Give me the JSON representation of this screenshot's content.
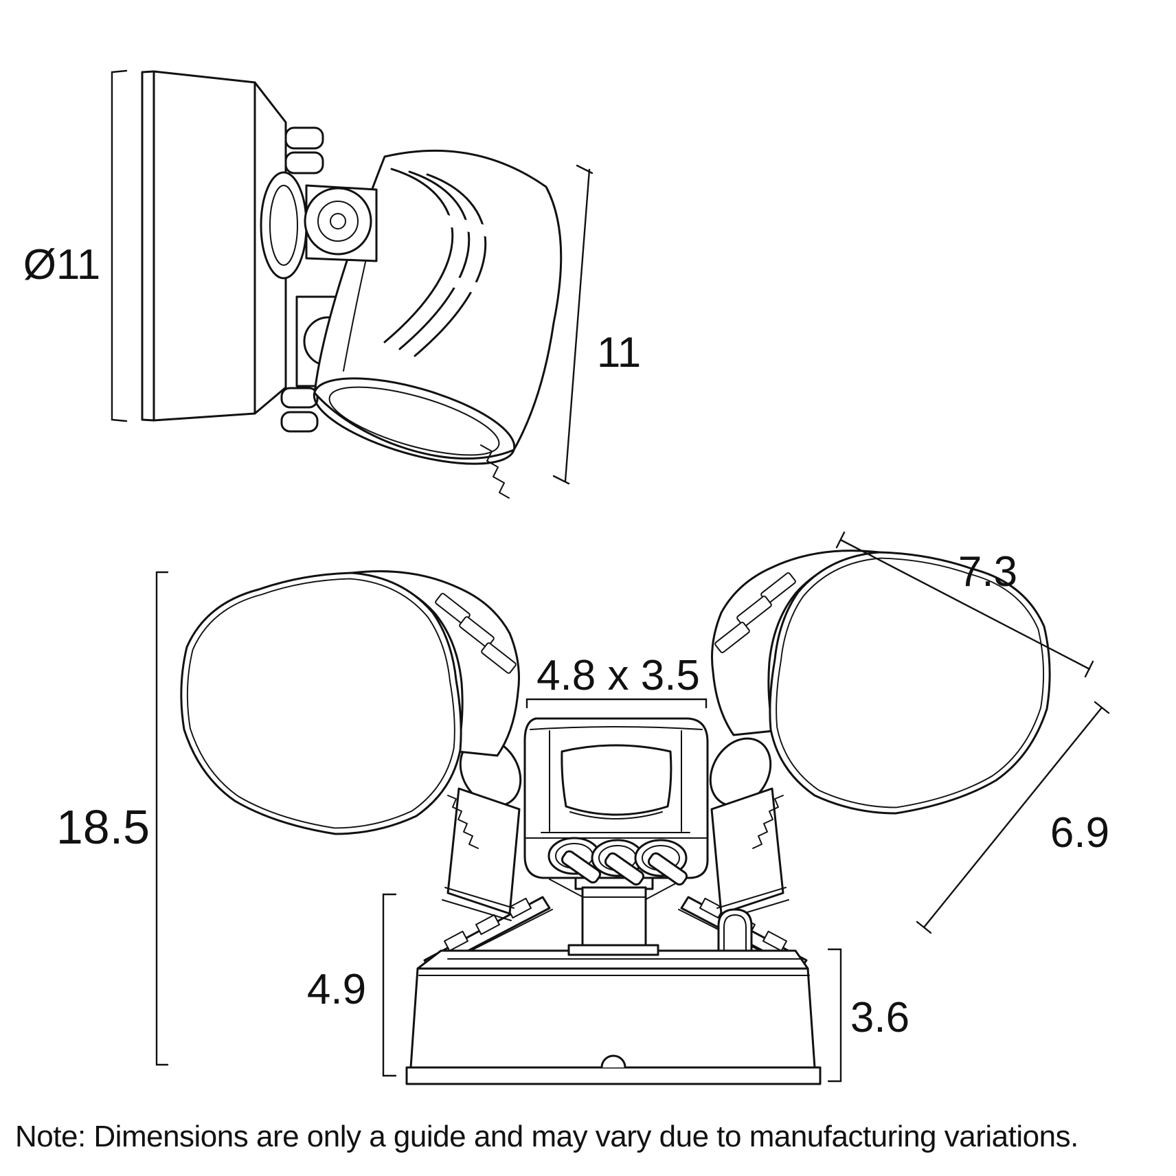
{
  "drawing": {
    "title_semantic": "twin-head security floodlight dimension drawing",
    "line_color": "#111111",
    "background_color": "#ffffff",
    "side_view": {
      "diameter_label": "Ø11",
      "height_label": "11"
    },
    "front_view": {
      "overall_height_label": "18.5",
      "head_width_label": "7.3",
      "head_depth_label": "6.9",
      "sensor_size_label": "4.8 x 3.5",
      "base_upper_height_label": "4.9",
      "base_lower_height_label": "3.6"
    },
    "note": "Note: Dimensions are only a guide and may vary due to manufacturing variations."
  }
}
